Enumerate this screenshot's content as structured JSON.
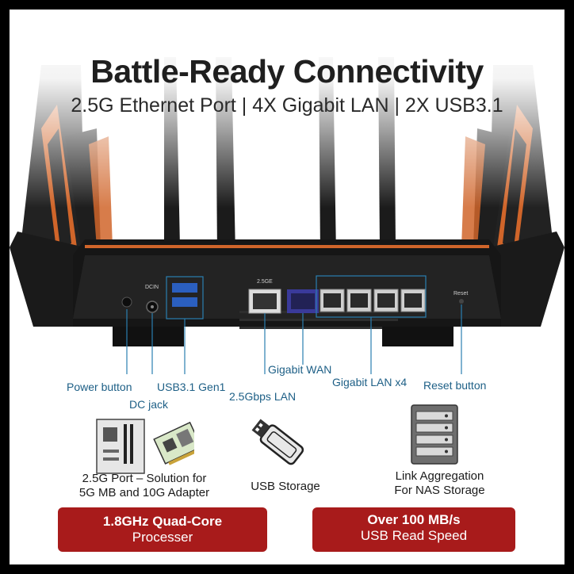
{
  "header": {
    "title": "Battle-Ready Connectivity",
    "subtitle": "2.5G Ethernet Port | 4X Gigabit LAN | 2X USB3.1"
  },
  "router_panel": {
    "port_labels": [
      "DCIN",
      "2.5GE",
      "Reset"
    ]
  },
  "callouts": {
    "power_button": "Power button",
    "dc_jack": "DC jack",
    "usb": "USB3.1 Gen1",
    "lan25": "2.5Gbps LAN",
    "wan": "Gigabit WAN",
    "lan4": "Gigabit LAN x4",
    "reset": "Reset button"
  },
  "features": [
    {
      "line1": "2.5G Port – Solution for",
      "line2": "5G MB and 10G Adapter"
    },
    {
      "line1": "USB Storage",
      "line2": ""
    },
    {
      "line1": "Link Aggregation",
      "line2": "For NAS Storage"
    }
  ],
  "badges": [
    {
      "line1": "1.8GHz Quad-Core",
      "line2": "Processer"
    },
    {
      "line1": "Over 100 MB/s",
      "line2": "USB Read Speed"
    }
  ],
  "colors": {
    "accent_orange": "#d0652a",
    "callout_blue": "#1d5f86",
    "badge_red": "#a81b1b"
  },
  "icons": [
    "motherboard-icon",
    "network-adapter-icon",
    "usb-drive-icon",
    "nas-storage-icon"
  ]
}
